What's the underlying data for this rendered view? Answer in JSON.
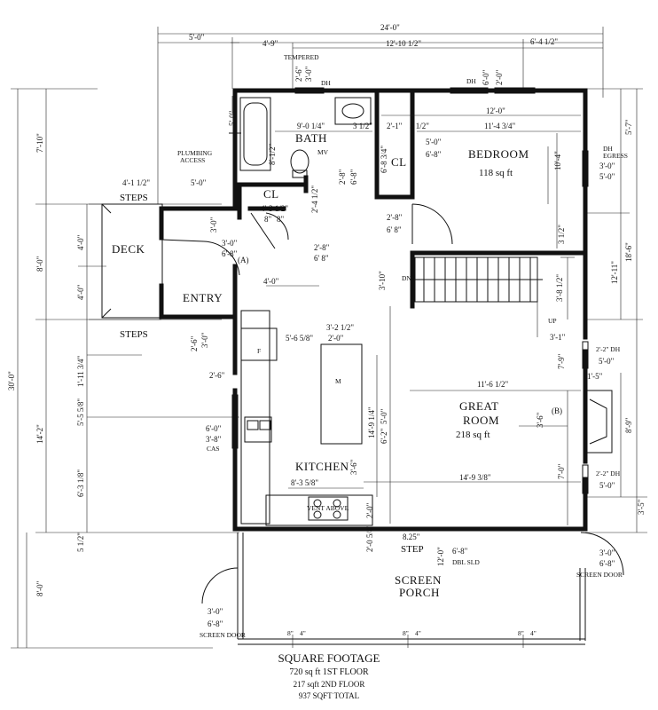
{
  "overall": {
    "width_label": "24'-0\"",
    "height_label": "30'-0\""
  },
  "top_dims": {
    "left_5": "5'-0\"",
    "seg_4_9": "4'-9\"",
    "seg_12_10_5": "12'-10 1/2\"",
    "seg_6_4_5": "6'-4 1/2\"",
    "tempered": "TEMPERED",
    "win_2_6": "2'-6\"",
    "win_3_0": "3'-0\"",
    "dh_top1": "DH",
    "dh_top2": "DH",
    "win_6_0": "6'-0\"",
    "win_2_0": "2'-0\""
  },
  "rooms": {
    "bath": "BATH",
    "bedroom": "BEDROOM",
    "bedroom_area": "118 sq ft",
    "great_room": "GREAT",
    "great_room2": "ROOM",
    "great_area": "218 sq ft",
    "kitchen": "KITCHEN",
    "entry": "ENTRY",
    "deck": "DECK",
    "screen_porch": "SCREEN",
    "screen_porch2": "PORCH",
    "cl1": "CL",
    "cl2": "CL"
  },
  "labels": {
    "plumbing": "PLUMBING",
    "access": "ACCESS",
    "mv": "MV",
    "steps_top": "STEPS",
    "steps_bottom": "STEPS",
    "dn": "DN",
    "up": "UP",
    "a_marker": "(A)",
    "b_marker": "(B)",
    "fridge": "F",
    "island_m": "M",
    "vent_above": "VENT ABOVE",
    "step": "STEP",
    "step_height": "8.25\"",
    "dbl_sld": "DBL SLD",
    "screen_door_left": "SCREEN DOOR",
    "screen_door_right": "SCREEN DOOR",
    "dh_egress": "DH",
    "egress": "EGRESS",
    "cas": "CAS",
    "dh_r1": "2'-2\" DH",
    "dh_r2": "2'-2\" DH"
  },
  "dims": {
    "d1": "9'-0 1/4\"",
    "d2": "3 1/2\"",
    "d3": "12'-0\"",
    "d4": "3 1/2\"",
    "d5": "2'-1\"",
    "d6": "11'-4 3/4\"",
    "d7": "5'-0\"",
    "d8": "6'-8\"",
    "d9": "6'-8 3/4\"",
    "d10": "10'-4\"",
    "d11": "3'-0\"",
    "d12": "5'-0\"",
    "d13": "5'-7\"",
    "d14": "5'-0\"",
    "d15": "8'-1/2\"",
    "d16": "2'-8\"",
    "d17": "6'-8\"",
    "d18": "4'-1 1/2\"",
    "d19": "5'-0\"",
    "d20": "4'-3 1/2\"",
    "d21": "2'-4 1/2\"",
    "d22": "8\"",
    "d23": "8\"",
    "d24": "2'-8\"",
    "d25": "6' 8\"",
    "d26": "3'-0\"",
    "d27": "3'-0\"",
    "d28": "6'-8\"",
    "d29": "2'-8\"",
    "d30": "6' 8\"",
    "d31": "3 1/2\"",
    "d32": "18'-6\"",
    "d33": "12'-11\"",
    "d34": "8'-0\"",
    "d35": "4'-0\"",
    "d36": "4'-0\"",
    "d37": "3'-10\"",
    "d38": "4'-0\"",
    "d39": "3'-8 1/2\"",
    "d40": "7'-10\"",
    "d41": "3'-2 1/2\"",
    "d42": "2'-0\"",
    "d43": "5'-6 5/8\"",
    "d44": "3'-1\"",
    "d45": "5'-0\"",
    "d46": "7'-9\"",
    "d47": "2'-6\"",
    "d48": "3'-0\"",
    "d49": "2'-6\"",
    "d50": "1'-11 3/4\"",
    "d51": "11'-6 1/2\"",
    "d52": "1'-5\"",
    "d53": "5'-0\"",
    "d54": "14'-9 1/4\"",
    "d55": "6'-2\"",
    "d56": "3'-6\"",
    "d57": "8'-9\"",
    "d58": "5'-5 5/8\"",
    "d59": "6'-0\"",
    "d60": "3'-8\"",
    "d61": "14'-2\"",
    "d62": "3'-6\"",
    "d63": "7'-0\"",
    "d64": "5'-0\"",
    "d65": "6'-3 1/8\"",
    "d66": "8'-3 5/8\"",
    "d67": "14'-9 3/8\"",
    "d68": "2'-0\"",
    "d69": "3'-5\"",
    "d70": "5 1/2\"",
    "d71": "2'-0 5/8\"",
    "d72": "12'-0\"",
    "d73": "6'-8\"",
    "d74": "3'-0\"",
    "d75": "6'-8\"",
    "d76": "8'-0\"",
    "d77": "3'-0\"",
    "d78": "6'-8\"",
    "d79": "8\"",
    "d80": "4\"",
    "d81": "8\"",
    "d82": "4\"",
    "d83": "8\"",
    "d84": "4\""
  },
  "footer": {
    "title": "SQUARE FOOTAGE",
    "line1": "720 sq ft   1ST FLOOR",
    "line2": "217 sqft  2ND FLOOR",
    "line3": "937 SQFT TOTAL"
  }
}
